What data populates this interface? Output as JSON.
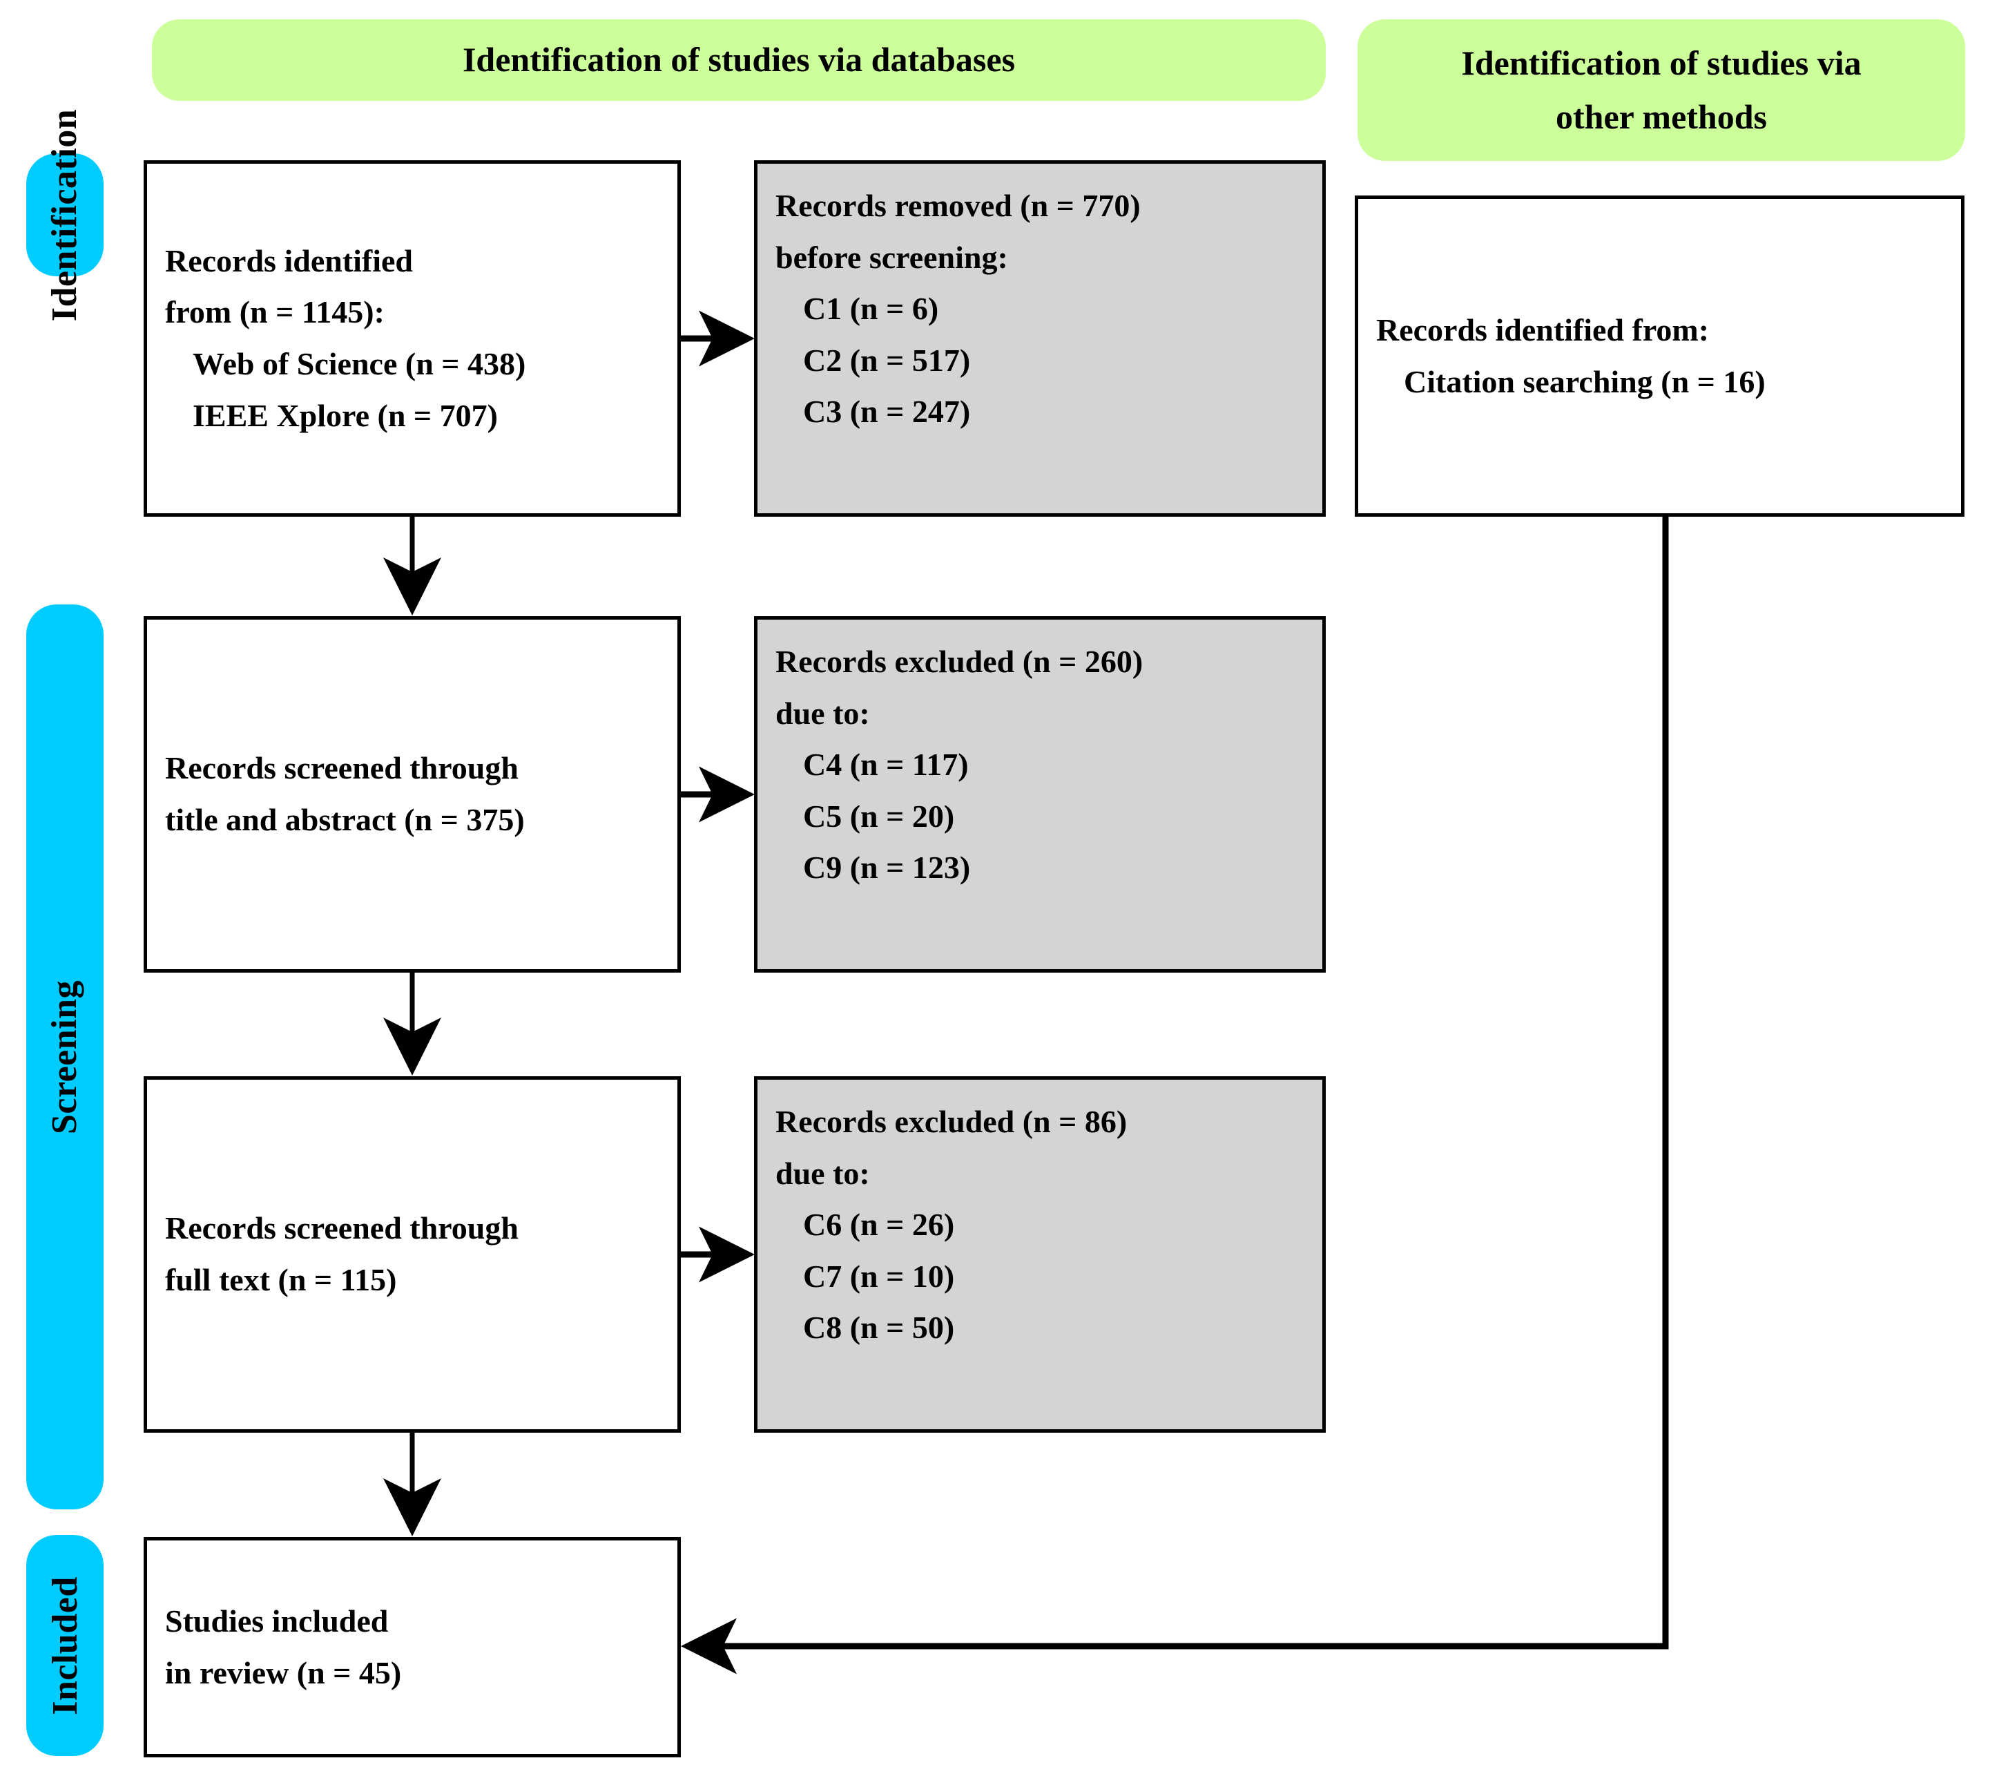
{
  "headers": {
    "databases": "Identification of studies via databases",
    "other_line1": "Identification of studies via",
    "other_line2": "other methods"
  },
  "phases": {
    "identification": "Identification",
    "screening": "Screening",
    "included": "Included"
  },
  "boxes": {
    "records_identified": {
      "line1": "Records identified",
      "line2": "from (n = 1145):",
      "line3": "Web of Science (n = 438)",
      "line4": "IEEE Xplore (n = 707)"
    },
    "records_removed": {
      "line1": "Records removed (n = 770)",
      "line2": "before screening:",
      "line3": "C1 (n = 6)",
      "line4": "C2 (n = 517)",
      "line5": "C3 (n = 247)"
    },
    "screened_title_abstract": {
      "line1": "Records screened through",
      "line2": "title and abstract (n = 375)"
    },
    "excluded_title_abstract": {
      "line1": "Records excluded (n = 260)",
      "line2": "due to:",
      "line3": "C4 (n = 117)",
      "line4": "C5 (n = 20)",
      "line5": "C9 (n = 123)"
    },
    "screened_full_text": {
      "line1": "Records screened through",
      "line2": "full text (n = 115)"
    },
    "excluded_full_text": {
      "line1": "Records excluded (n = 86)",
      "line2": "due to:",
      "line3": "C6 (n = 26)",
      "line4": "C7 (n = 10)",
      "line5": "C8 (n = 50)"
    },
    "studies_included": {
      "line1": "Studies included",
      "line2": "in review (n = 45)"
    },
    "citation_searching": {
      "line1": "Records identified from:",
      "line2": "Citation searching (n = 16)"
    }
  },
  "colors": {
    "header_green": "#ccff99",
    "phase_cyan": "#00ccff",
    "excluded_gray": "#d4d4d4",
    "stroke": "#000000"
  }
}
